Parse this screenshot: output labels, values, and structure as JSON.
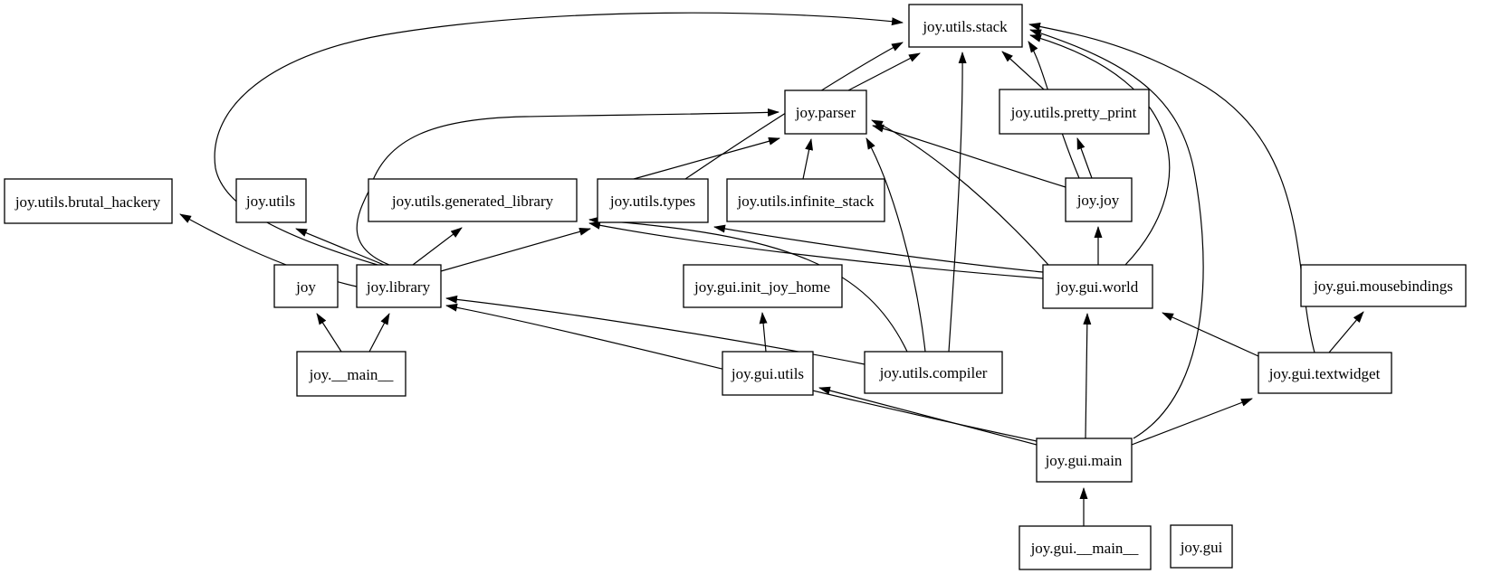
{
  "diagram": {
    "kind": "module-dependency-graph",
    "background_color": "#ffffff",
    "node_fill_color": "#ffffff",
    "node_border_color": "#000000",
    "edge_color": "#000000",
    "nodes": [
      {
        "id": "joy.utils.stack",
        "label": "joy.utils.stack"
      },
      {
        "id": "joy.parser",
        "label": "joy.parser"
      },
      {
        "id": "joy.utils.pretty_print",
        "label": "joy.utils.pretty_print"
      },
      {
        "id": "joy.utils.brutal_hackery",
        "label": "joy.utils.brutal_hackery"
      },
      {
        "id": "joy.utils",
        "label": "joy.utils"
      },
      {
        "id": "joy.utils.generated_library",
        "label": "joy.utils.generated_library"
      },
      {
        "id": "joy.utils.types",
        "label": "joy.utils.types"
      },
      {
        "id": "joy.utils.infinite_stack",
        "label": "joy.utils.infinite_stack"
      },
      {
        "id": "joy.joy",
        "label": "joy.joy"
      },
      {
        "id": "joy",
        "label": "joy"
      },
      {
        "id": "joy.library",
        "label": "joy.library"
      },
      {
        "id": "joy.gui.init_joy_home",
        "label": "joy.gui.init_joy_home"
      },
      {
        "id": "joy.gui.world",
        "label": "joy.gui.world"
      },
      {
        "id": "joy.gui.mousebindings",
        "label": "joy.gui.mousebindings"
      },
      {
        "id": "joy.__main__",
        "label": "joy.__main__"
      },
      {
        "id": "joy.gui.utils",
        "label": "joy.gui.utils"
      },
      {
        "id": "joy.utils.compiler",
        "label": "joy.utils.compiler"
      },
      {
        "id": "joy.gui.textwidget",
        "label": "joy.gui.textwidget"
      },
      {
        "id": "joy.gui.main",
        "label": "joy.gui.main"
      },
      {
        "id": "joy.gui.__main__",
        "label": "joy.gui.__main__"
      },
      {
        "id": "joy.gui",
        "label": "joy.gui"
      }
    ],
    "edges": [
      {
        "from": "joy.__main__",
        "to": "joy"
      },
      {
        "from": "joy.__main__",
        "to": "joy.library"
      },
      {
        "from": "joy.library",
        "to": "joy.utils.brutal_hackery"
      },
      {
        "from": "joy.library",
        "to": "joy.utils"
      },
      {
        "from": "joy.library",
        "to": "joy.utils.generated_library"
      },
      {
        "from": "joy.library",
        "to": "joy.utils.types"
      },
      {
        "from": "joy.library",
        "to": "joy.parser"
      },
      {
        "from": "joy.library",
        "to": "joy.utils.stack"
      },
      {
        "from": "joy.utils.types",
        "to": "joy.parser"
      },
      {
        "from": "joy.utils.types",
        "to": "joy.utils.stack"
      },
      {
        "from": "joy.utils.infinite_stack",
        "to": "joy.parser"
      },
      {
        "from": "joy.parser",
        "to": "joy.utils.stack"
      },
      {
        "from": "joy.utils.pretty_print",
        "to": "joy.utils.stack"
      },
      {
        "from": "joy.joy",
        "to": "joy.parser"
      },
      {
        "from": "joy.joy",
        "to": "joy.utils.stack"
      },
      {
        "from": "joy.joy",
        "to": "joy.utils.pretty_print"
      },
      {
        "from": "joy.gui.world",
        "to": "joy.joy"
      },
      {
        "from": "joy.gui.world",
        "to": "joy.parser"
      },
      {
        "from": "joy.gui.world",
        "to": "joy.utils.types"
      },
      {
        "from": "joy.gui.world",
        "to": "joy.utils.generated_library"
      },
      {
        "from": "joy.gui.world",
        "to": "joy.utils.stack"
      },
      {
        "from": "joy.utils.compiler",
        "to": "joy.parser"
      },
      {
        "from": "joy.utils.compiler",
        "to": "joy.utils.stack"
      },
      {
        "from": "joy.utils.compiler",
        "to": "joy.library"
      },
      {
        "from": "joy.utils.compiler",
        "to": "joy.utils.generated_library"
      },
      {
        "from": "joy.gui.utils",
        "to": "joy.gui.init_joy_home"
      },
      {
        "from": "joy.gui.main",
        "to": "joy.gui.world"
      },
      {
        "from": "joy.gui.main",
        "to": "joy.gui.utils"
      },
      {
        "from": "joy.gui.main",
        "to": "joy.library"
      },
      {
        "from": "joy.gui.main",
        "to": "joy.gui.textwidget"
      },
      {
        "from": "joy.gui.main",
        "to": "joy.utils.stack"
      },
      {
        "from": "joy.gui.textwidget",
        "to": "joy.gui.world"
      },
      {
        "from": "joy.gui.textwidget",
        "to": "joy.gui.mousebindings"
      },
      {
        "from": "joy.gui.textwidget",
        "to": "joy.utils.stack"
      },
      {
        "from": "joy.gui.__main__",
        "to": "joy.gui.main"
      }
    ]
  }
}
